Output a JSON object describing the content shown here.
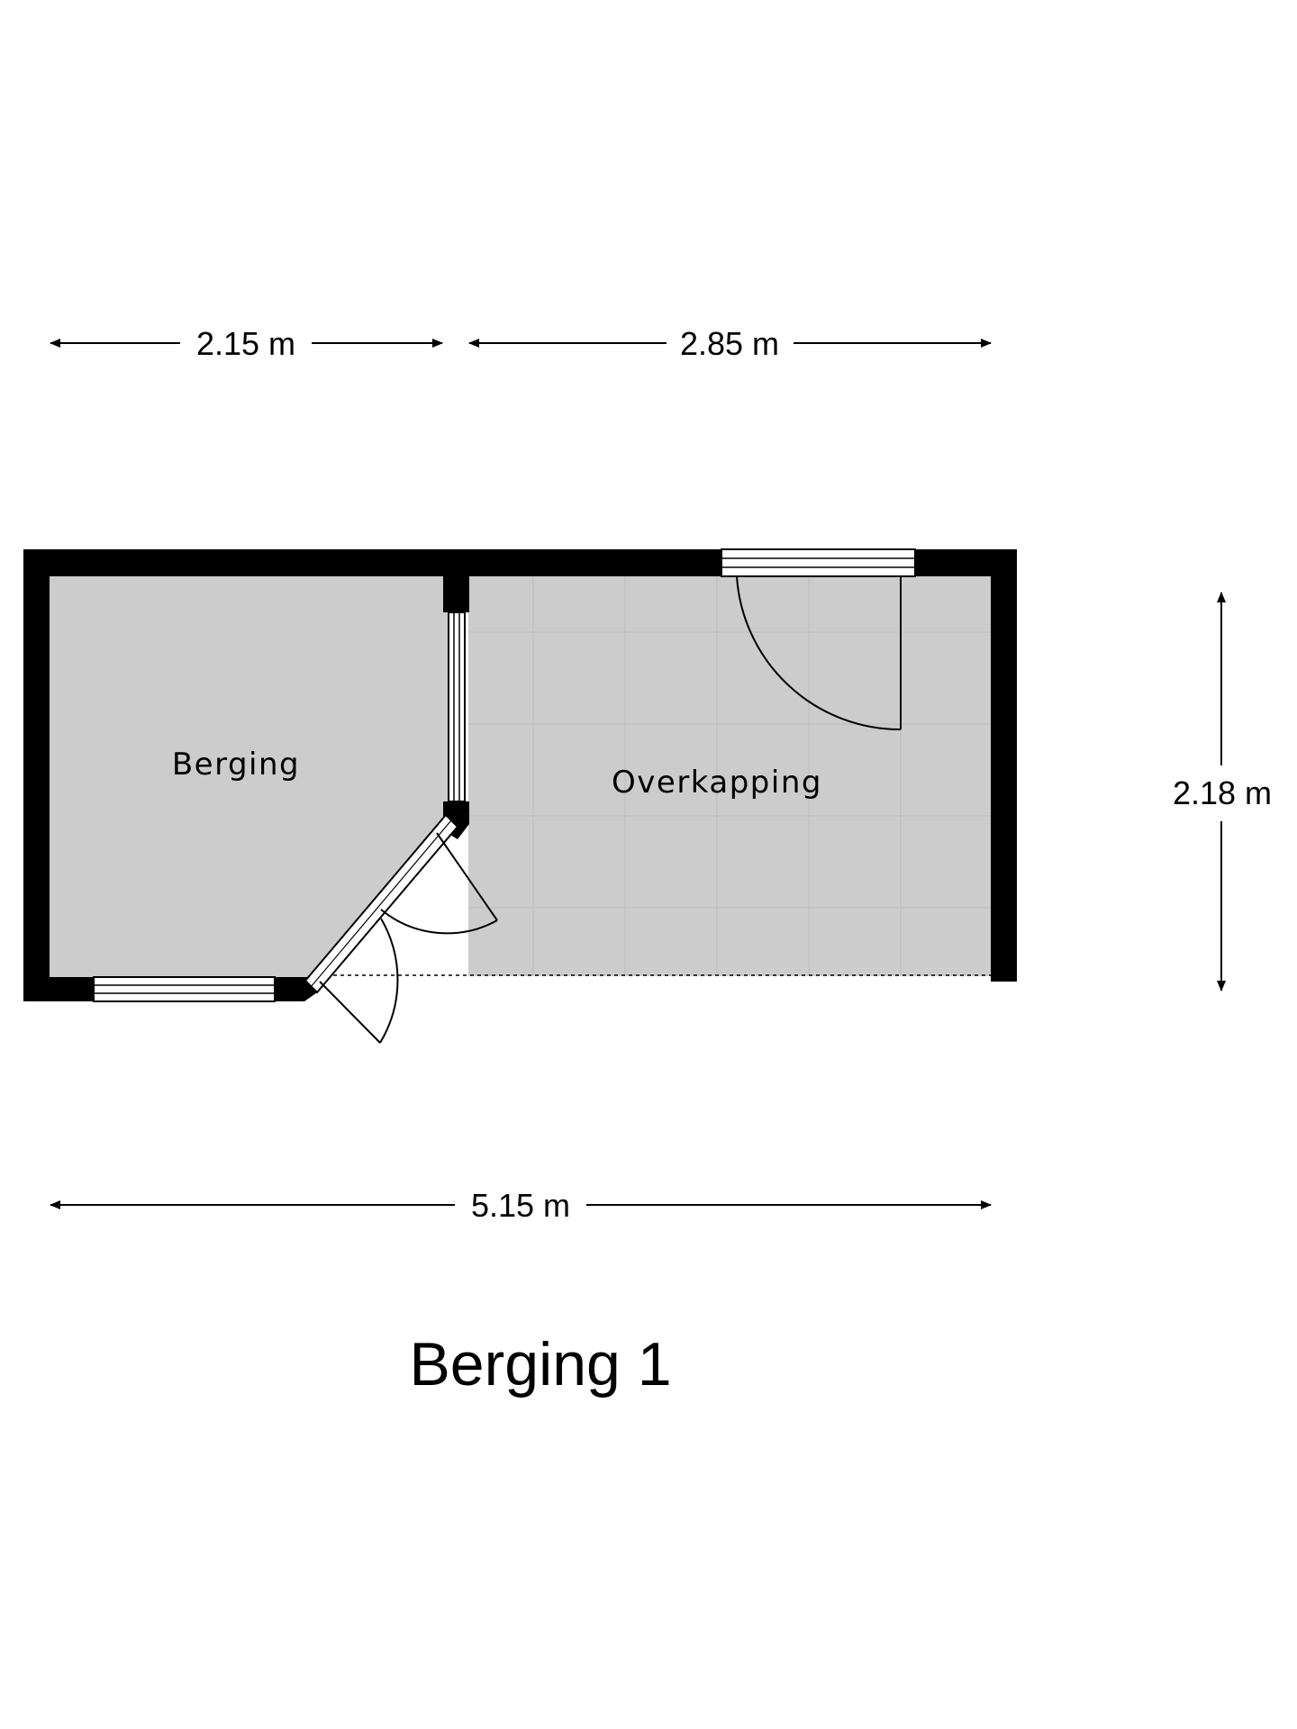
{
  "floorplan": {
    "title": "Berging 1",
    "rooms": {
      "berging": "Berging",
      "overkapping": "Overkapping"
    },
    "dimensions": {
      "top_left": "2.15 m",
      "top_right": "2.85 m",
      "right": "2.18 m",
      "bottom": "5.15 m"
    },
    "colors": {
      "wall": "#000000",
      "floor": "#cccccc",
      "background": "#ffffff"
    }
  }
}
